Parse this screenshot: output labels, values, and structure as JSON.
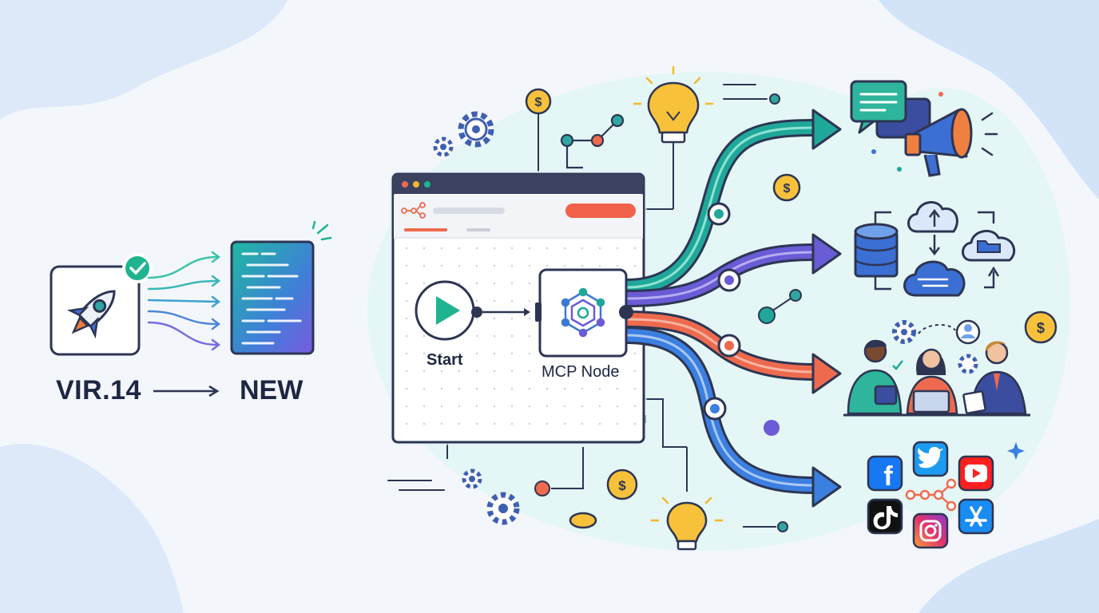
{
  "version_from": "VIR.14",
  "version_to": "NEW",
  "workflow": {
    "start_label": "Start",
    "node_label": "MCP Node"
  },
  "colors": {
    "teal": "#1fa89a",
    "purple": "#6a5bd6",
    "red": "#ee6a4e",
    "blue": "#3b7fe0",
    "gold": "#f3b92a",
    "dark": "#2d3553"
  },
  "outputs": [
    {
      "name": "messaging-megaphone"
    },
    {
      "name": "database-cloud-storage"
    },
    {
      "name": "team-collaboration"
    },
    {
      "name": "social-media-apps"
    }
  ]
}
